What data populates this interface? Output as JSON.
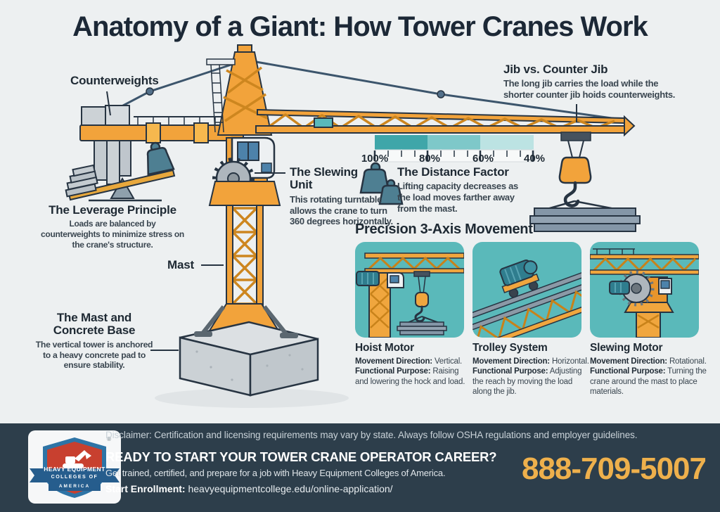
{
  "title": "Anatomy of a Giant: How Tower Cranes Work",
  "diagram": {
    "counterweights": {
      "title": "Counterweights"
    },
    "jib_vs_counter_jib": {
      "title": "Jib vs. Counter Jib",
      "body": "The long jib carries the load while the shorter counter jib hoids counterweights."
    },
    "slewing_unit": {
      "title": "The Slewing Unit",
      "body": "This rotating turntable allows the crane to turn 360 degrees horizontally."
    },
    "distance_factor": {
      "title": "The Distance Factor",
      "body": "Lifting capacity decreases as the load moves farther away from the mast.",
      "scale_ticks": [
        "100%",
        "80%",
        "60%",
        "40%"
      ]
    },
    "leverage_principle": {
      "title": "The Leverage Principle",
      "body": "Loads are balanced by counterweights to minimize stress on the crane's structure."
    },
    "mast": {
      "title": "Mast"
    },
    "mast_base": {
      "title": "The Mast and Concrete Base",
      "body": "The vertical tower is anchored to a heavy concrete pad to ensure stability."
    }
  },
  "movement": {
    "heading": "Precision 3-Axis Movement",
    "panels": [
      {
        "title": "Hoist Motor",
        "direction_label": "Movement Direction:",
        "direction": "Vertical.",
        "purpose_label": "Functional Purpose:",
        "purpose": "Raising and lowering the hock and load."
      },
      {
        "title": "Trolley System",
        "direction_label": "Movement Direction:",
        "direction": "Horizontal.",
        "purpose_label": "Functional Purpose:",
        "purpose": "Adjusting the reach by moving the load along the jib."
      },
      {
        "title": "Slewing Motor",
        "direction_label": "Movement Direction:",
        "direction": "Rotational.",
        "purpose_label": "Functional Purpose:",
        "purpose": "Turning the crane around the mast to place materials."
      }
    ]
  },
  "footer": {
    "disclaimer": "Disclaimer: Certification and licensing requirements may vary by state. Always follow OSHA regulations and employer guidelines.",
    "cta_heading": "READY TO START YOUR TOWER CRANE OPERATOR CAREER?",
    "cta_body": "Get trained, certified, and prepare for a job with Heavy Equipment Colleges of America.",
    "enrollment_label": "Start Enrollment:",
    "enrollment_url": "heavyequipmentcollege.edu/online-application/",
    "phone": "888-709-5007",
    "logo": {
      "line1": "HEAVY EQUIPMENT",
      "line2": "COLLEGES OF",
      "line3": "AMERICA",
      "registered": "®"
    }
  },
  "colors": {
    "background": "#edf0f1",
    "crane_orange": "#f2a33b",
    "accent_teal": "#5ab9ba",
    "scale_teal_dark": "#3fa6a9",
    "banner_navy": "#2d3e4b",
    "phone_gold": "#eeb04c",
    "logo_red": "#c8402f",
    "logo_blue": "#2e74a6"
  }
}
